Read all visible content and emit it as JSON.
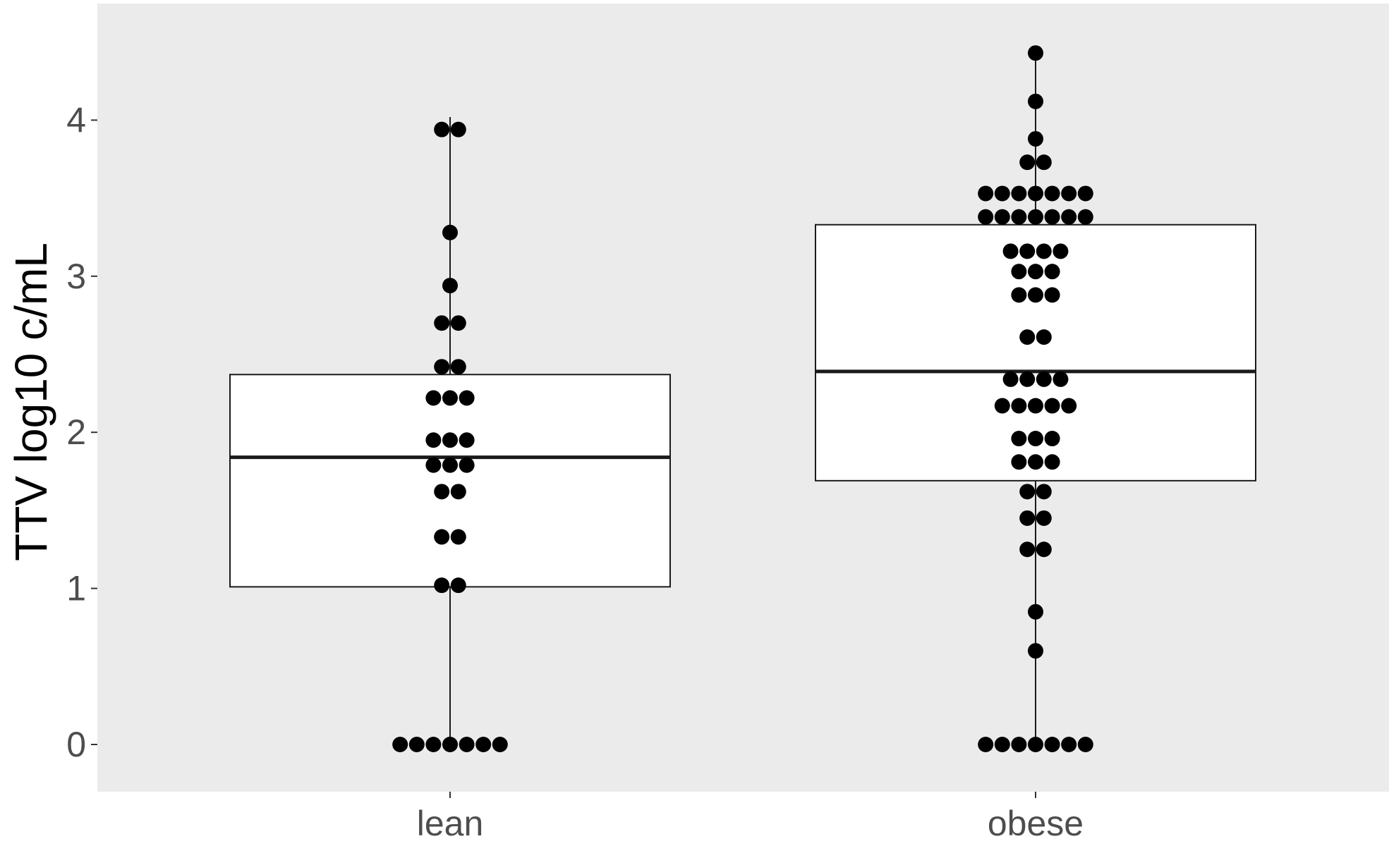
{
  "chart_data": {
    "type": "boxplot",
    "title": "",
    "xlabel": "",
    "ylabel": "TTV log10 c/mL",
    "ylim": [
      -0.3,
      4.65
    ],
    "yticks": [
      0,
      1,
      2,
      3,
      4
    ],
    "ytick_labels": [
      "0",
      "1",
      "2",
      "3",
      "4"
    ],
    "categories": [
      "lean",
      "obese"
    ],
    "grid": false,
    "legend": "none",
    "colors": {
      "panel_background": "#EBEBEB",
      "box_fill": "#FFFFFF",
      "box_line": "#1A1A1A",
      "point": "#000000",
      "tick_label": "#4D4D4D",
      "axis_title": "#000000"
    },
    "boxes": [
      {
        "category": "lean",
        "whisker_low": 0,
        "q1": 1.01,
        "median": 1.84,
        "q3": 2.37,
        "whisker_high": 4.02
      },
      {
        "category": "obese",
        "whisker_low": 0,
        "q1": 1.69,
        "median": 2.39,
        "q3": 3.33,
        "whisker_high": 4.43
      }
    ],
    "points": [
      {
        "category": "lean",
        "values": [
          0,
          0,
          0,
          0,
          0,
          0,
          0,
          1.02,
          1.02,
          1.33,
          1.33,
          1.62,
          1.62,
          1.79,
          1.79,
          1.79,
          1.95,
          1.95,
          1.95,
          2.22,
          2.22,
          2.22,
          2.42,
          2.42,
          2.7,
          2.7,
          2.94,
          3.28,
          3.94,
          3.94
        ]
      },
      {
        "category": "obese",
        "values": [
          0,
          0,
          0,
          0,
          0,
          0,
          0,
          0.6,
          0.85,
          1.25,
          1.25,
          1.45,
          1.45,
          1.62,
          1.62,
          1.81,
          1.81,
          1.81,
          1.96,
          1.96,
          1.96,
          2.17,
          2.17,
          2.17,
          2.17,
          2.17,
          2.34,
          2.34,
          2.34,
          2.34,
          2.61,
          2.61,
          2.88,
          2.88,
          2.88,
          3.03,
          3.03,
          3.03,
          3.16,
          3.16,
          3.16,
          3.16,
          3.38,
          3.38,
          3.38,
          3.38,
          3.38,
          3.38,
          3.38,
          3.53,
          3.53,
          3.53,
          3.53,
          3.53,
          3.53,
          3.53,
          3.73,
          3.73,
          3.88,
          4.12,
          4.43
        ]
      }
    ]
  }
}
